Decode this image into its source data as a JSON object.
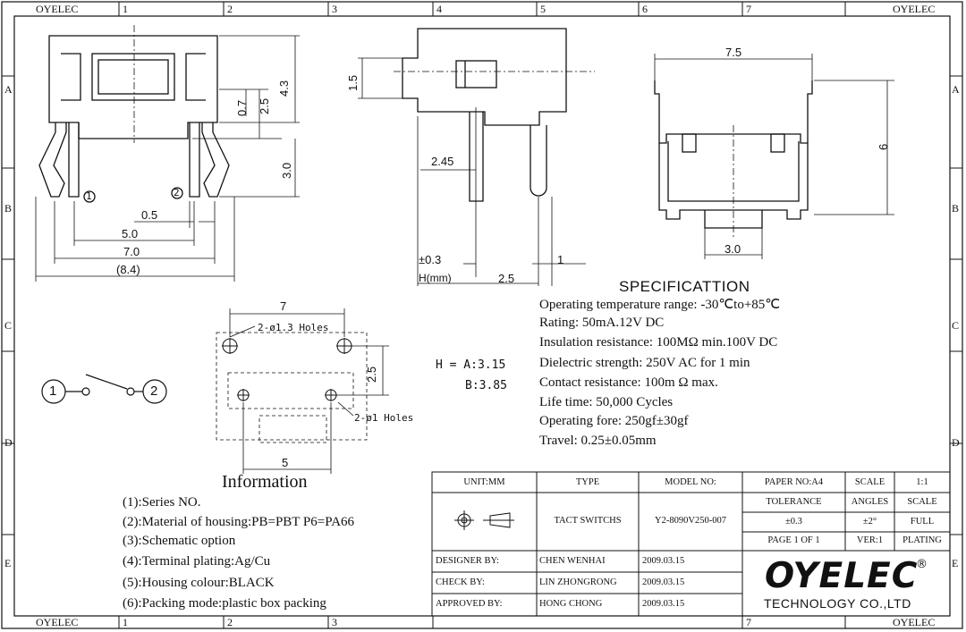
{
  "frame": {
    "brand_top_left": "OYELEC",
    "brand_top_right": "OYELEC",
    "brand_bottom_left": "OYELEC",
    "brand_bottom_right": "OYELEC",
    "col_top": [
      "1",
      "2",
      "3",
      "4",
      "5",
      "6",
      "7"
    ],
    "col_bottom": [
      "1",
      "2",
      "3",
      "7"
    ],
    "row_left": [
      "A",
      "B",
      "C",
      "D",
      "E"
    ],
    "row_right": [
      "A",
      "B",
      "C",
      "D",
      "E"
    ]
  },
  "front_view": {
    "dims": [
      "4.3",
      "0.7",
      "2.5",
      "3.0",
      "0.5",
      "5.0",
      "7.0",
      "(8.4)"
    ],
    "pins": [
      "1",
      "2"
    ]
  },
  "side_view": {
    "dims": [
      "1.5",
      "2.45",
      "±0.3",
      "H(mm)",
      "2.5",
      "1"
    ]
  },
  "top_view": {
    "dims": [
      "7.5",
      "6",
      "3.0"
    ]
  },
  "pcb_layout": {
    "dim_width": "7",
    "holes_big": "2-ø1.3 Holes",
    "dim_height": "2.5",
    "holes_small": "2-ø1 Holes",
    "dim_bottom": "5"
  },
  "schematic": {
    "pin1": "1",
    "pin2": "2"
  },
  "h_values": {
    "line_a": "H = A:3.15",
    "line_b": "B:3.85"
  },
  "specification": {
    "title": "SPECIFICATTION",
    "lines": [
      "Operating temperature range: -30℃to+85℃",
      "Rating: 50mA.12V DC",
      "Insulation resistance: 100MΩ min.100V DC",
      "Dielectric strength: 250V AC for 1 min",
      "Contact resistance: 100m Ω max.",
      "Life time: 50,000 Cycles",
      "Operating fore: 250gf±30gf",
      "Travel: 0.25±0.05mm"
    ]
  },
  "information": {
    "title": "Information",
    "lines": [
      "(1):Series NO.",
      "(2):Material of housing:PB=PBT P6=PA66",
      "(3):Schematic option",
      "(4):Terminal plating:Ag/Cu",
      "(5):Housing colour:BLACK",
      "(6):Packing mode:plastic box packing"
    ]
  },
  "title_block": {
    "unit": "UNIT:MM",
    "type_label": "TYPE",
    "model_label": "MODEL NO:",
    "paper": "PAPER NO:A4",
    "scale_label": "SCALE",
    "scale_value": "1:1",
    "type_value": "TACT SWITCHS",
    "model_value": "Y2-8090V250-007",
    "tolerance_label": "TOLERANCE",
    "angles_label": "ANGLES",
    "scale2_label": "SCALE",
    "tolerance_value": "±0.3",
    "angles_value": "±2°",
    "scale2_value": "FULL",
    "page": "PAGE 1 OF 1",
    "ver": "VER:1",
    "plating": "PLATING",
    "designer_label": "DESIGNER BY:",
    "designer_name": "CHEN WENHAI",
    "designer_date": "2009.03.15",
    "check_label": "CHECK BY:",
    "check_name": "LIN ZHONGRONG",
    "check_date": "2009.03.15",
    "approved_label": "APPROVED BY:",
    "approved_name": "HONG CHONG",
    "approved_date": "2009.03.15",
    "logo": "OYELEC",
    "logo_reg": "®",
    "company": "TECHNOLOGY CO.,LTD"
  }
}
